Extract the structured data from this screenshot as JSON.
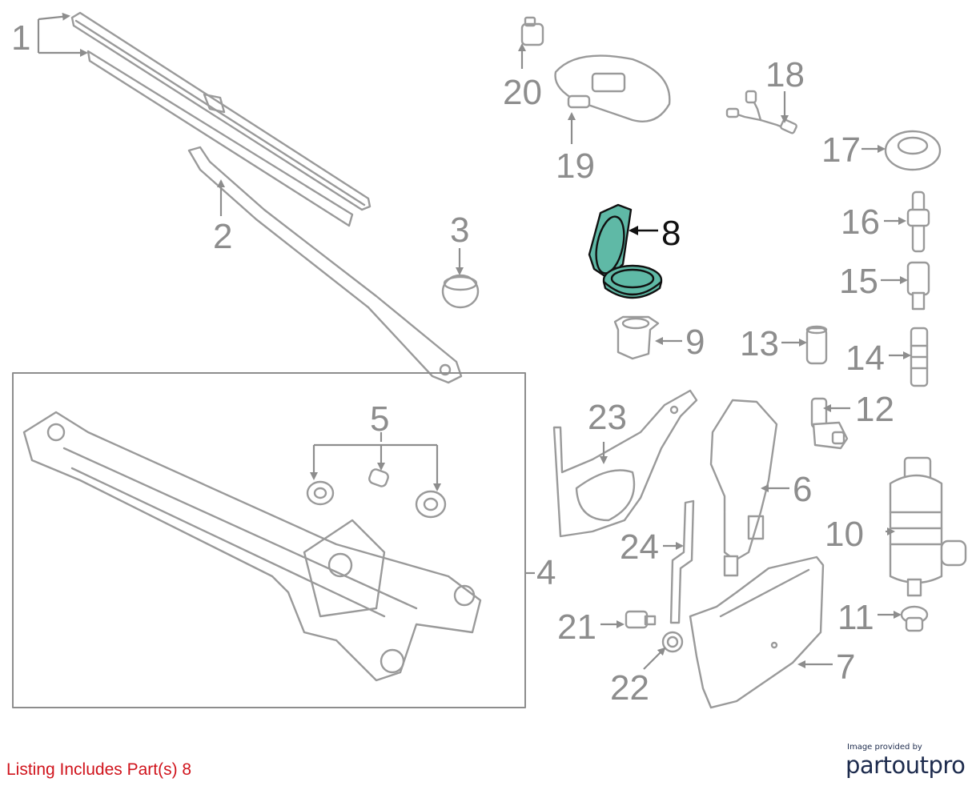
{
  "diagram": {
    "callouts": {
      "c1": "1",
      "c2": "2",
      "c3": "3",
      "c4": "4",
      "c5": "5",
      "c6": "6",
      "c7": "7",
      "c8": "8",
      "c9": "9",
      "c10": "10",
      "c11": "11",
      "c12": "12",
      "c13": "13",
      "c14": "14",
      "c15": "15",
      "c16": "16",
      "c17": "17",
      "c18": "18",
      "c19": "19",
      "c20": "20",
      "c21": "21",
      "c22": "22",
      "c23": "23",
      "c24": "24"
    },
    "highlighted_part": "8",
    "highlight_color": "#5fb9a6",
    "line_color": "#9a9a9a"
  },
  "footer": {
    "listing_note": "Listing Includes Part(s) 8",
    "listing_note_color": "#d0141c",
    "provider_caption": "Image provided by",
    "provider_logo": "partoutpro",
    "provider_logo_color": "#1d2b4d"
  }
}
